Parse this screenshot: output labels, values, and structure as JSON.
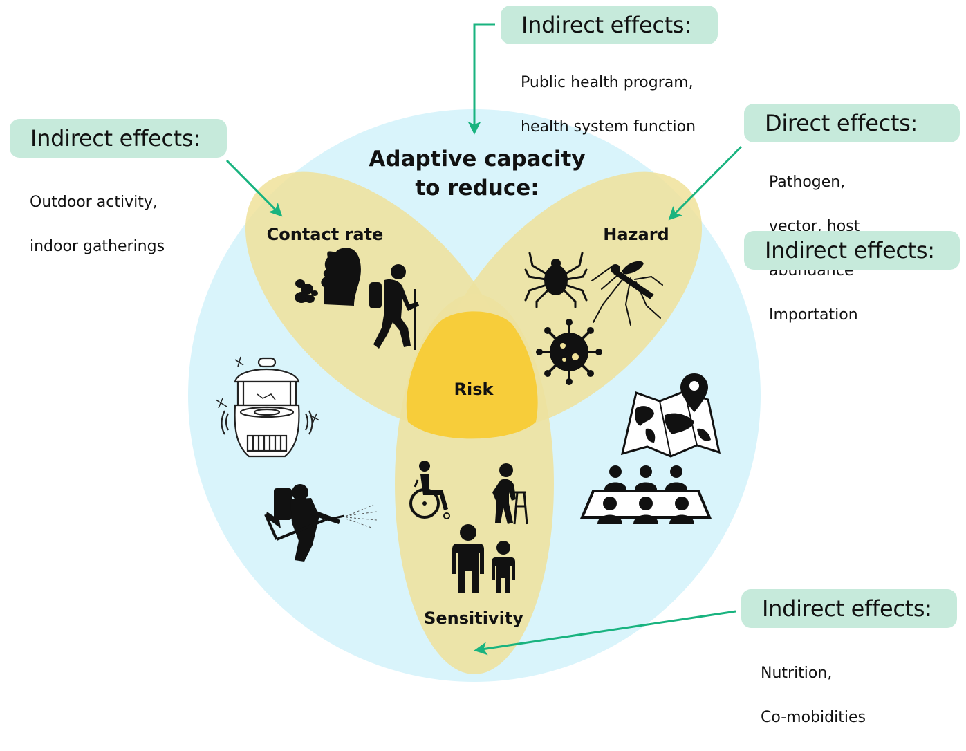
{
  "title": {
    "line1": "Adaptive capacity",
    "line2": "to reduce:"
  },
  "lobes": {
    "contact_rate": "Contact rate",
    "hazard": "Hazard",
    "sensitivity": "Sensitivity",
    "risk": "Risk"
  },
  "callouts": {
    "top": {
      "heading": "Indirect effects:",
      "line1": "Public health program,",
      "line2": "health system function"
    },
    "left": {
      "heading": "Indirect effects:",
      "line1": "Outdoor activity,",
      "line2": "indoor gatherings"
    },
    "right_direct": {
      "heading": "Direct effects:",
      "line1": "Pathogen,",
      "line2": "vector, host",
      "line3": "abundance"
    },
    "right_indirect": {
      "heading": "Indirect effects:",
      "line1": "Importation"
    },
    "bottom": {
      "heading": "Indirect effects:",
      "line1": "Nutrition,",
      "line2": "Co-mobidities"
    }
  },
  "icons": [
    "cough-icon",
    "hiker-icon",
    "tick-icon",
    "mosquito-icon",
    "virus-icon",
    "mosquito-trap-icon",
    "sprayer-icon",
    "world-map-pin-icon",
    "meeting-group-icon",
    "wheelchair-icon",
    "elderly-walker-icon",
    "adult-child-icon"
  ],
  "colors": {
    "circle": "#d9f4fb",
    "lobe": "#efe198",
    "risk": "#f7cd3a",
    "callout": "#c6eadb",
    "arrow": "#19b37f"
  }
}
